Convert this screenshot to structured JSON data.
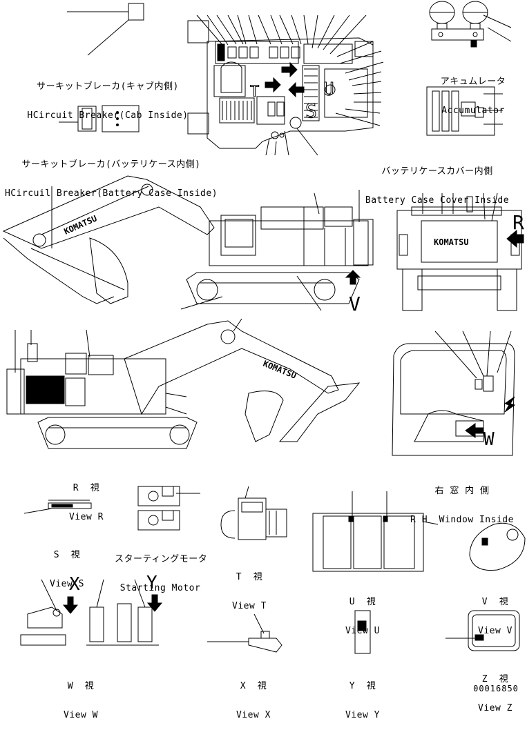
{
  "labels": {
    "cb_cab_jp": "サーキットブレーカ(キャブ内側)",
    "cb_cab_en": "HCircuit Breaker(Cab Inside)",
    "cb_batt_jp": "サーキットブレーカ(バッテリケース内側)",
    "cb_batt_en": "HCircuil Breaker(Battery Case Inside)",
    "acc_jp": "アキュムレータ",
    "acc_en": "Accumulator",
    "batt_cover_jp": "バッテリケースカバー内側",
    "batt_cover_en": "Battery Case Cover Inside",
    "view_r_jp": "R  視",
    "view_r_en": "View R",
    "rh_window_jp": "右 窓 内 側",
    "rh_window_en": "R H  Window Inside",
    "view_s_jp": "S  視",
    "view_s_en": "View S",
    "starting_motor_jp": "スターティングモータ",
    "starting_motor_en": "Starting Motor",
    "view_t_jp": "T  視",
    "view_t_en": "View T",
    "view_u_jp": "U  視",
    "view_u_en": "View U",
    "view_v_jp": "V  視",
    "view_v_en": "View V",
    "view_w_jp": "W  視",
    "view_w_en": "View W",
    "view_x_jp": "X  視",
    "view_x_en": "View X",
    "view_y_jp": "Y  視",
    "view_y_en": "View Y",
    "view_z_jp": "Z  視",
    "view_z_en": "View Z",
    "drawing_no": "00016850"
  },
  "letters": {
    "r": "R",
    "s": "S",
    "t": "T",
    "u": "U",
    "v": "V",
    "w": "W",
    "x": "X",
    "y": "Y"
  },
  "brand": "KOMATSU"
}
